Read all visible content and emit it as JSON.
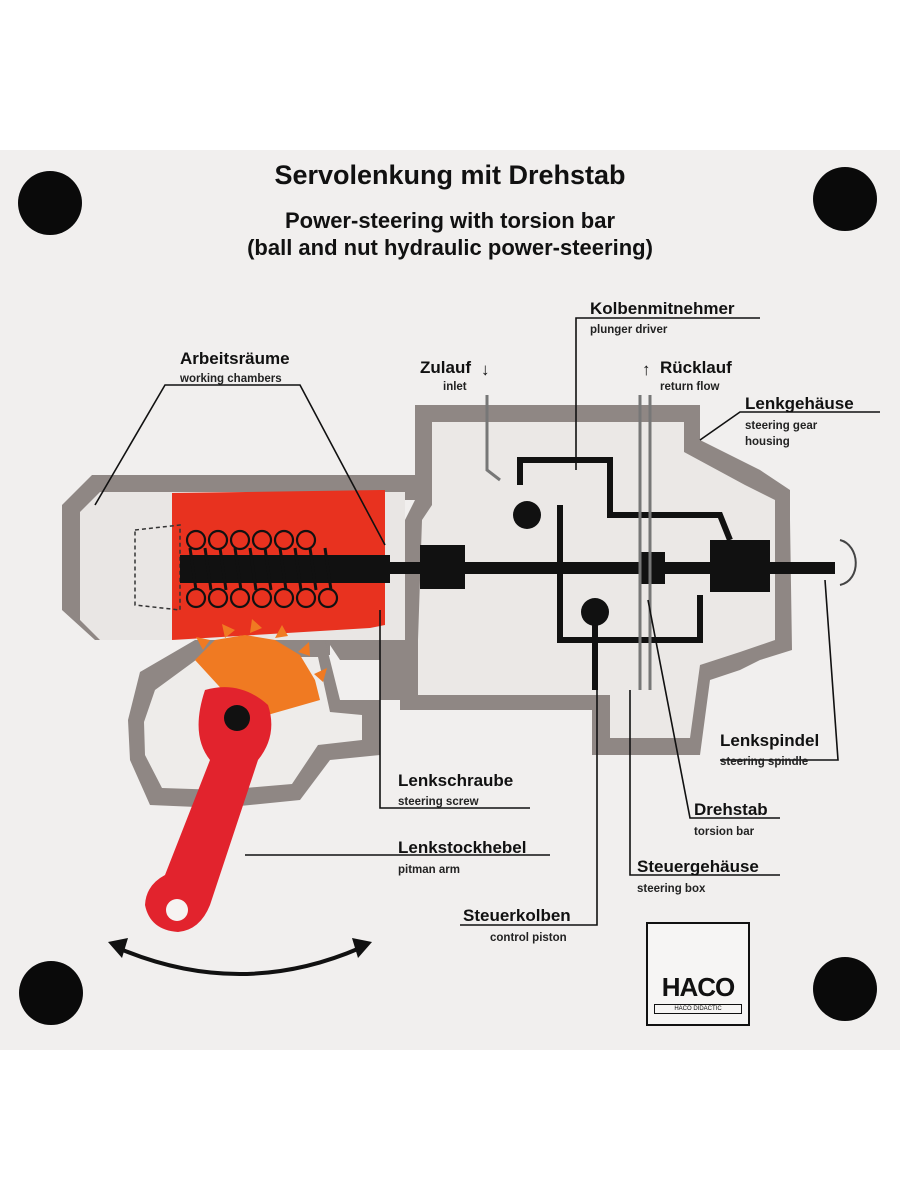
{
  "title": "Servolenkung mit Drehstab",
  "subtitle_1": "Power-steering with torsion bar",
  "subtitle_2": "(ball and nut hydraulic power-steering)",
  "labels": {
    "arbeitsraeume": {
      "de": "Arbeitsräume",
      "en": "working chambers"
    },
    "zulauf": {
      "de": "Zulauf",
      "en": "inlet"
    },
    "kolbenmitnehmer": {
      "de": "Kolbenmitnehmer",
      "en": "plunger driver"
    },
    "ruecklauf": {
      "de": "Rücklauf",
      "en": "return flow"
    },
    "lenkgehaeuse": {
      "de": "Lenkgehäuse",
      "en": "steering gear",
      "en2": "housing"
    },
    "lenkspindel": {
      "de": "Lenkspindel",
      "en": "steering spindle"
    },
    "drehstab": {
      "de": "Drehstab",
      "en": "torsion bar"
    },
    "steuergehaeuse": {
      "de": "Steuergehäuse",
      "en": "steering box"
    },
    "lenkschraube": {
      "de": "Lenkschraube",
      "en": "steering screw"
    },
    "lenkstockhebel": {
      "de": "Lenkstockhebel",
      "en": "pitman arm"
    },
    "steuerkolben": {
      "de": "Steuerkolben",
      "en": "control piston"
    }
  },
  "arrows": {
    "down": "↓",
    "up": "↑"
  },
  "logo": {
    "text": "HACO",
    "tagline": "HACO DIDACTIC"
  },
  "colors": {
    "housing": "#8f8784",
    "chamber": "#e8321f",
    "gear": "#f07a22",
    "arm": "#e2232d",
    "shaft": "#111111"
  }
}
